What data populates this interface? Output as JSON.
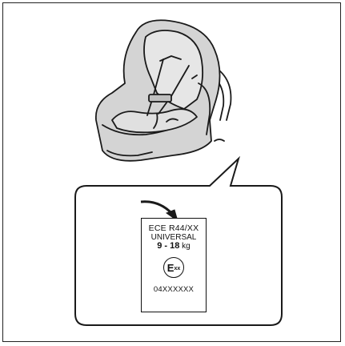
{
  "label": {
    "line1": "ECE R44/XX",
    "line2": "UNIVERSAL",
    "weight_range": "9 - 18",
    "weight_unit": "kg",
    "emark_letter": "E",
    "emark_suffix": "xx",
    "approval_number": "04XXXXXX"
  },
  "colors": {
    "stroke": "#1a1a1a",
    "seat_fill": "#d4d4d4",
    "background": "#ffffff"
  }
}
